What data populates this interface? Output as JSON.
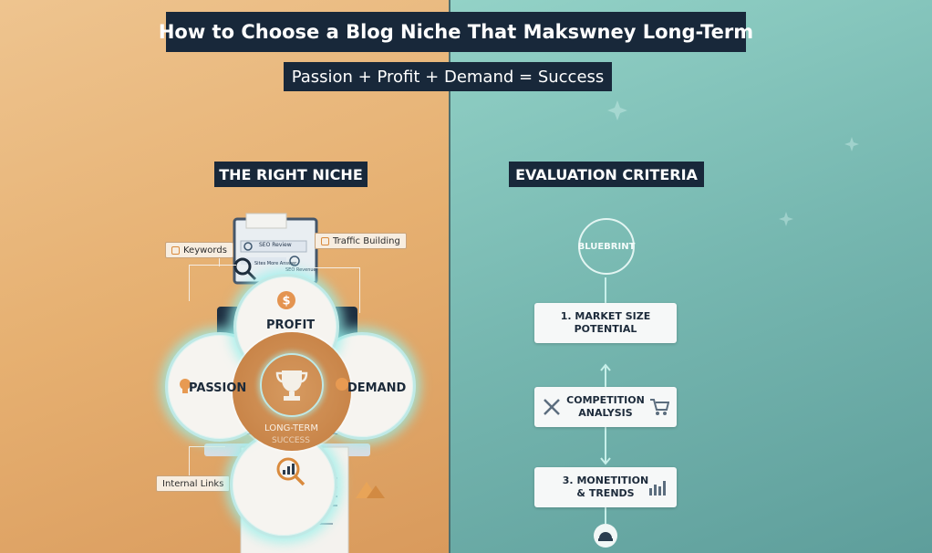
{
  "header": {
    "title": "How to Choose a Blog Niche  That Makswney Long-Term",
    "subtitle": "Passion + Profit + Demand = Success"
  },
  "left": {
    "section_title": "THE RIGHT NICHE",
    "tags": {
      "keywords": "Keywords",
      "traffic": "Traffic Building",
      "internal_links": "Internal Links"
    },
    "device": {
      "seo_review": "SEO Review",
      "small_text": "Sites More Answer",
      "seo_tag": "SEO Revenue"
    },
    "circles": {
      "profit": "PROFIT",
      "passion": "PASSION",
      "demand": "DEMAND",
      "center": "LONG-TERM",
      "center_sub": "SUCCESS"
    }
  },
  "right": {
    "section_title": "EVALUATION CRITERIA",
    "badge": "BLUEBRINT",
    "steps": [
      {
        "label": "1. MARKET SIZE\nPOTENTIAL"
      },
      {
        "label": "COMPETITION\nANALYSIS"
      },
      {
        "label": "3. MONETITION\n& TRENDS"
      }
    ]
  },
  "colors": {
    "navy": "#18283a",
    "orange": "#d98a3d",
    "teal_glow": "#9ff0ea"
  }
}
